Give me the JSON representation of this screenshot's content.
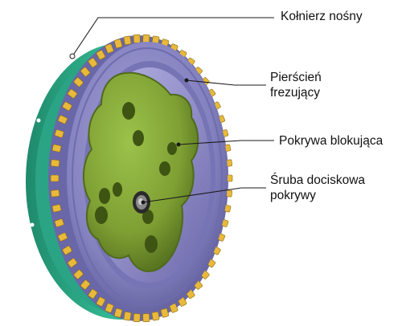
{
  "labels": {
    "flange": "Kołnierz nośny",
    "ring_line1": "Pierścień",
    "ring_line2": "frezujący",
    "cover": "Pokrywa blokująca",
    "screw_line1": "Śruba dociskowa",
    "screw_line2": "pokrywy"
  },
  "colors": {
    "flange": "#2aa484",
    "flange_dark": "#156b55",
    "ring": "#8a87c4",
    "ring_dark": "#5f5c9a",
    "cover": "#86a83a",
    "cover_dark": "#4f6a1c",
    "inserts": "#e8b93a",
    "leader_lines": "#1a1a1a"
  }
}
